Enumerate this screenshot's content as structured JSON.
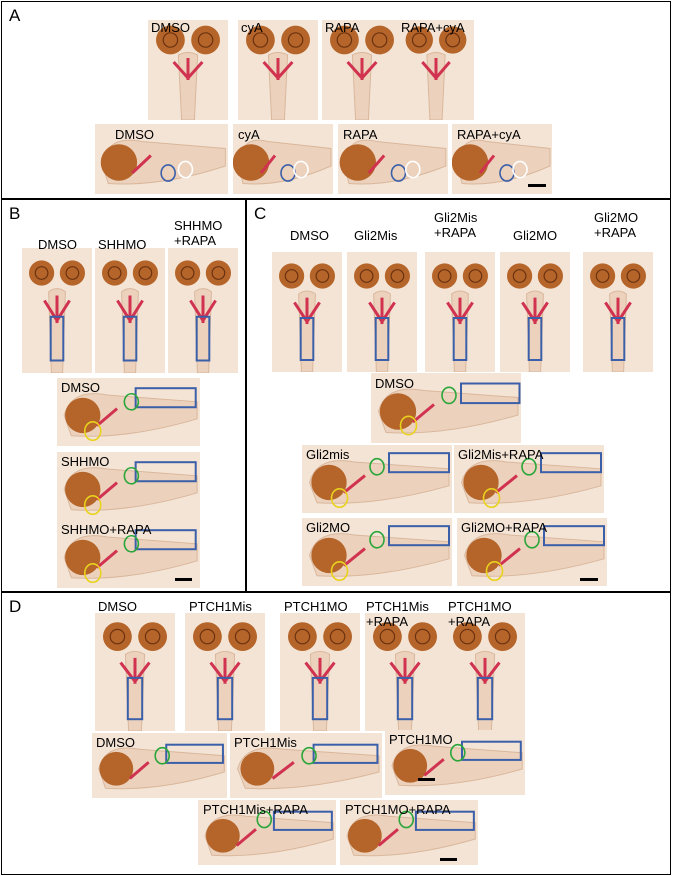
{
  "figure": {
    "panels": [
      {
        "letter": "A",
        "top": [
          "DMSO",
          "cyA",
          "RAPA",
          "RAPA+cyA"
        ],
        "side": [
          "DMSO",
          "cyA",
          "RAPA",
          "RAPA+cyA"
        ]
      },
      {
        "letter": "B",
        "top": [
          "DMSO",
          "SHHMO",
          "SHHMO\n+RAPA"
        ],
        "side": [
          "DMSO",
          "SHHMO",
          "SHHMO+RAPA"
        ]
      },
      {
        "letter": "C",
        "top": [
          "DMSO",
          "Gli2Mis",
          "Gli2Mis\n+RAPA",
          "Gli2MO",
          "Gli2MO\n+RAPA"
        ],
        "side": [
          "DMSO",
          "Gli2mis",
          "Gli2Mis+RAPA",
          "Gli2MO",
          "Gli2MO+RAPA"
        ]
      },
      {
        "letter": "D",
        "top": [
          "DMSO",
          "PTCH1Mis",
          "PTCH1MO",
          "PTCH1Mis\n+RAPA",
          "PTCH1MO\n+RAPA"
        ],
        "side": [
          "DMSO",
          "PTCH1Mis",
          "PTCH1MO",
          "PTCH1Mis+RAPA",
          "PTCH1MO+RAPA"
        ]
      }
    ]
  },
  "colors": {
    "background": "#f4e4d6",
    "eye": "#b5652a",
    "cartilage": "#d0324f",
    "box_outline": "#3b5fa8",
    "circle_green": "#2aa63a",
    "circle_yellow": "#e8d21c",
    "circle_blue": "#3b5fa8",
    "circle_white": "#ffffff"
  }
}
